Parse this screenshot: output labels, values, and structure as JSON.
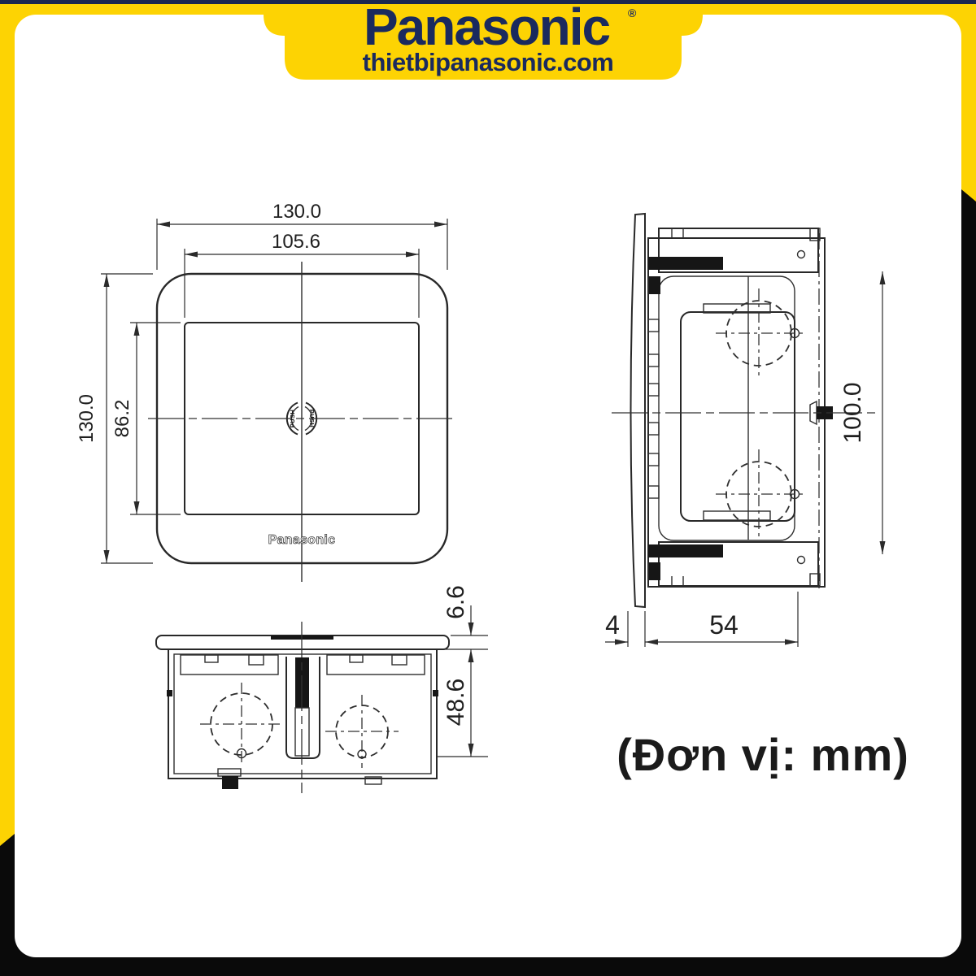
{
  "header": {
    "brand": "Panasonic",
    "registered_mark": "®",
    "website": "thietbipanasonic.com"
  },
  "colors": {
    "banner_yellow": "#FDD303",
    "brand_navy": "#1A2A5E",
    "page_black": "#0A0A0A",
    "drawing_line": "#282828",
    "paper_white": "#FFFFFF"
  },
  "front_view": {
    "outer_width": "130.0",
    "inner_width": "105.6",
    "outer_height": "130.0",
    "inner_height": "86.2",
    "push_left": "PUSH",
    "push_right": "PUSH",
    "plate_brand": "Panasonic"
  },
  "side_view": {
    "overall_height": "100.0",
    "plate_thickness": "4",
    "box_depth": "54"
  },
  "bottom_view": {
    "plate_thickness": "6.6",
    "box_depth": "48.6"
  },
  "footer": {
    "unit_note": "(Đơn vị: mm)"
  }
}
